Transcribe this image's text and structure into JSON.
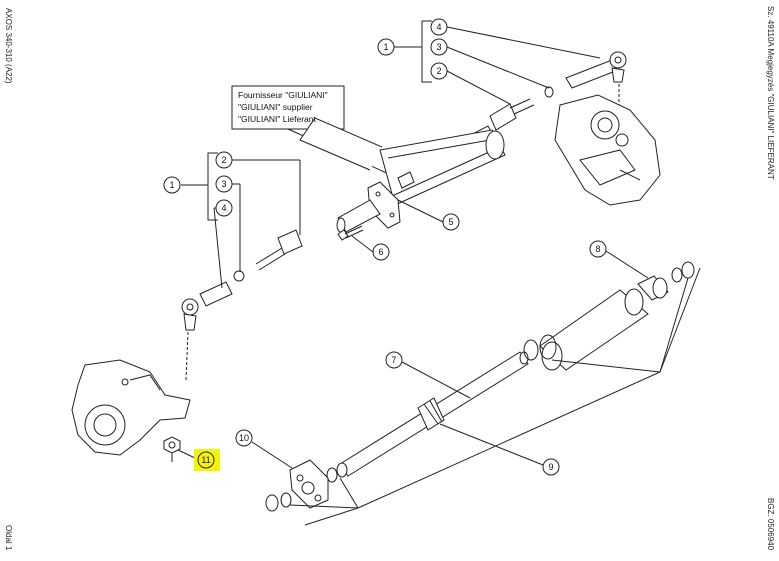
{
  "margin_left_top": "AXOS 340-310 (A22)",
  "margin_left_bottom": "Oldal 1",
  "margin_right_top": "Sz. 49110A  Megjegyzés \"GIULIANI\" LIEFERANT",
  "margin_right_bottom": "BGZ. 0506940",
  "supplier_note": {
    "line1": "Fournisseur \"GIULIANI\"",
    "line2": "\"GIULIANI\" supplier",
    "line3": "\"GIULIANI\" Lieferant"
  },
  "callouts": {
    "c1_left": "1",
    "c2_left": "2",
    "c3_left": "3",
    "c4_left": "4",
    "c1_right": "1",
    "c2_right": "2",
    "c3_right": "3",
    "c4_right": "4",
    "c5": "5",
    "c6": "6",
    "c7": "7",
    "c8": "8",
    "c9": "9",
    "c10": "10",
    "c11": "11"
  },
  "colors": {
    "highlight": "#f5f500",
    "line": "#222222"
  }
}
